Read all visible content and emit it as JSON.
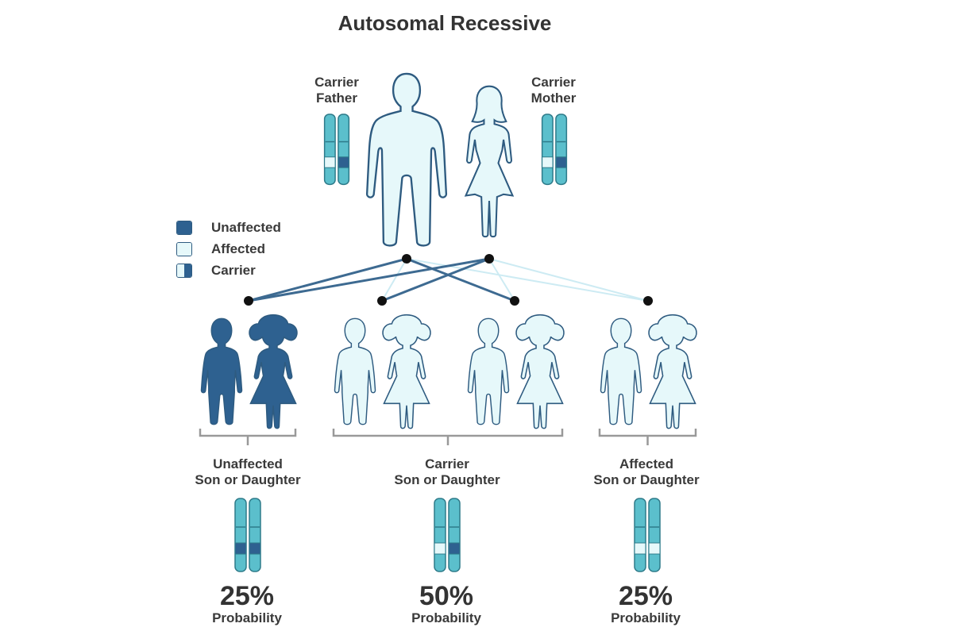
{
  "title": "Autosomal Recessive",
  "colors": {
    "unaffected": "#2e6190",
    "affected": "#e6f8fa",
    "outline": "#2e5b80",
    "chromosome": "#5bbfcc",
    "chromosome_outline": "#2e7b8a",
    "line_dark": "#3d6a91",
    "line_light": "#cdebf3",
    "bracket": "#999999"
  },
  "legend": [
    {
      "label": "Unaffected",
      "swatch": "unaffected"
    },
    {
      "label": "Affected",
      "swatch": "affected"
    },
    {
      "label": "Carrier",
      "swatch": "carrier"
    }
  ],
  "parents": {
    "father": {
      "label_line1": "Carrier",
      "label_line2": "Father",
      "status": "carrier"
    },
    "mother": {
      "label_line1": "Carrier",
      "label_line2": "Mother",
      "status": "carrier"
    }
  },
  "outcomes": [
    {
      "line1": "Unaffected",
      "line2": "Son or Daughter",
      "percent": "25%",
      "probability_label": "Probability",
      "probability": 0.25,
      "status": "unaffected"
    },
    {
      "line1": "Carrier",
      "line2": "Son or Daughter",
      "percent": "50%",
      "probability_label": "Probability",
      "probability": 0.5,
      "status": "carrier"
    },
    {
      "line1": "Affected",
      "line2": "Son or Daughter",
      "percent": "25%",
      "probability_label": "Probability",
      "probability": 0.25,
      "status": "affected"
    }
  ]
}
